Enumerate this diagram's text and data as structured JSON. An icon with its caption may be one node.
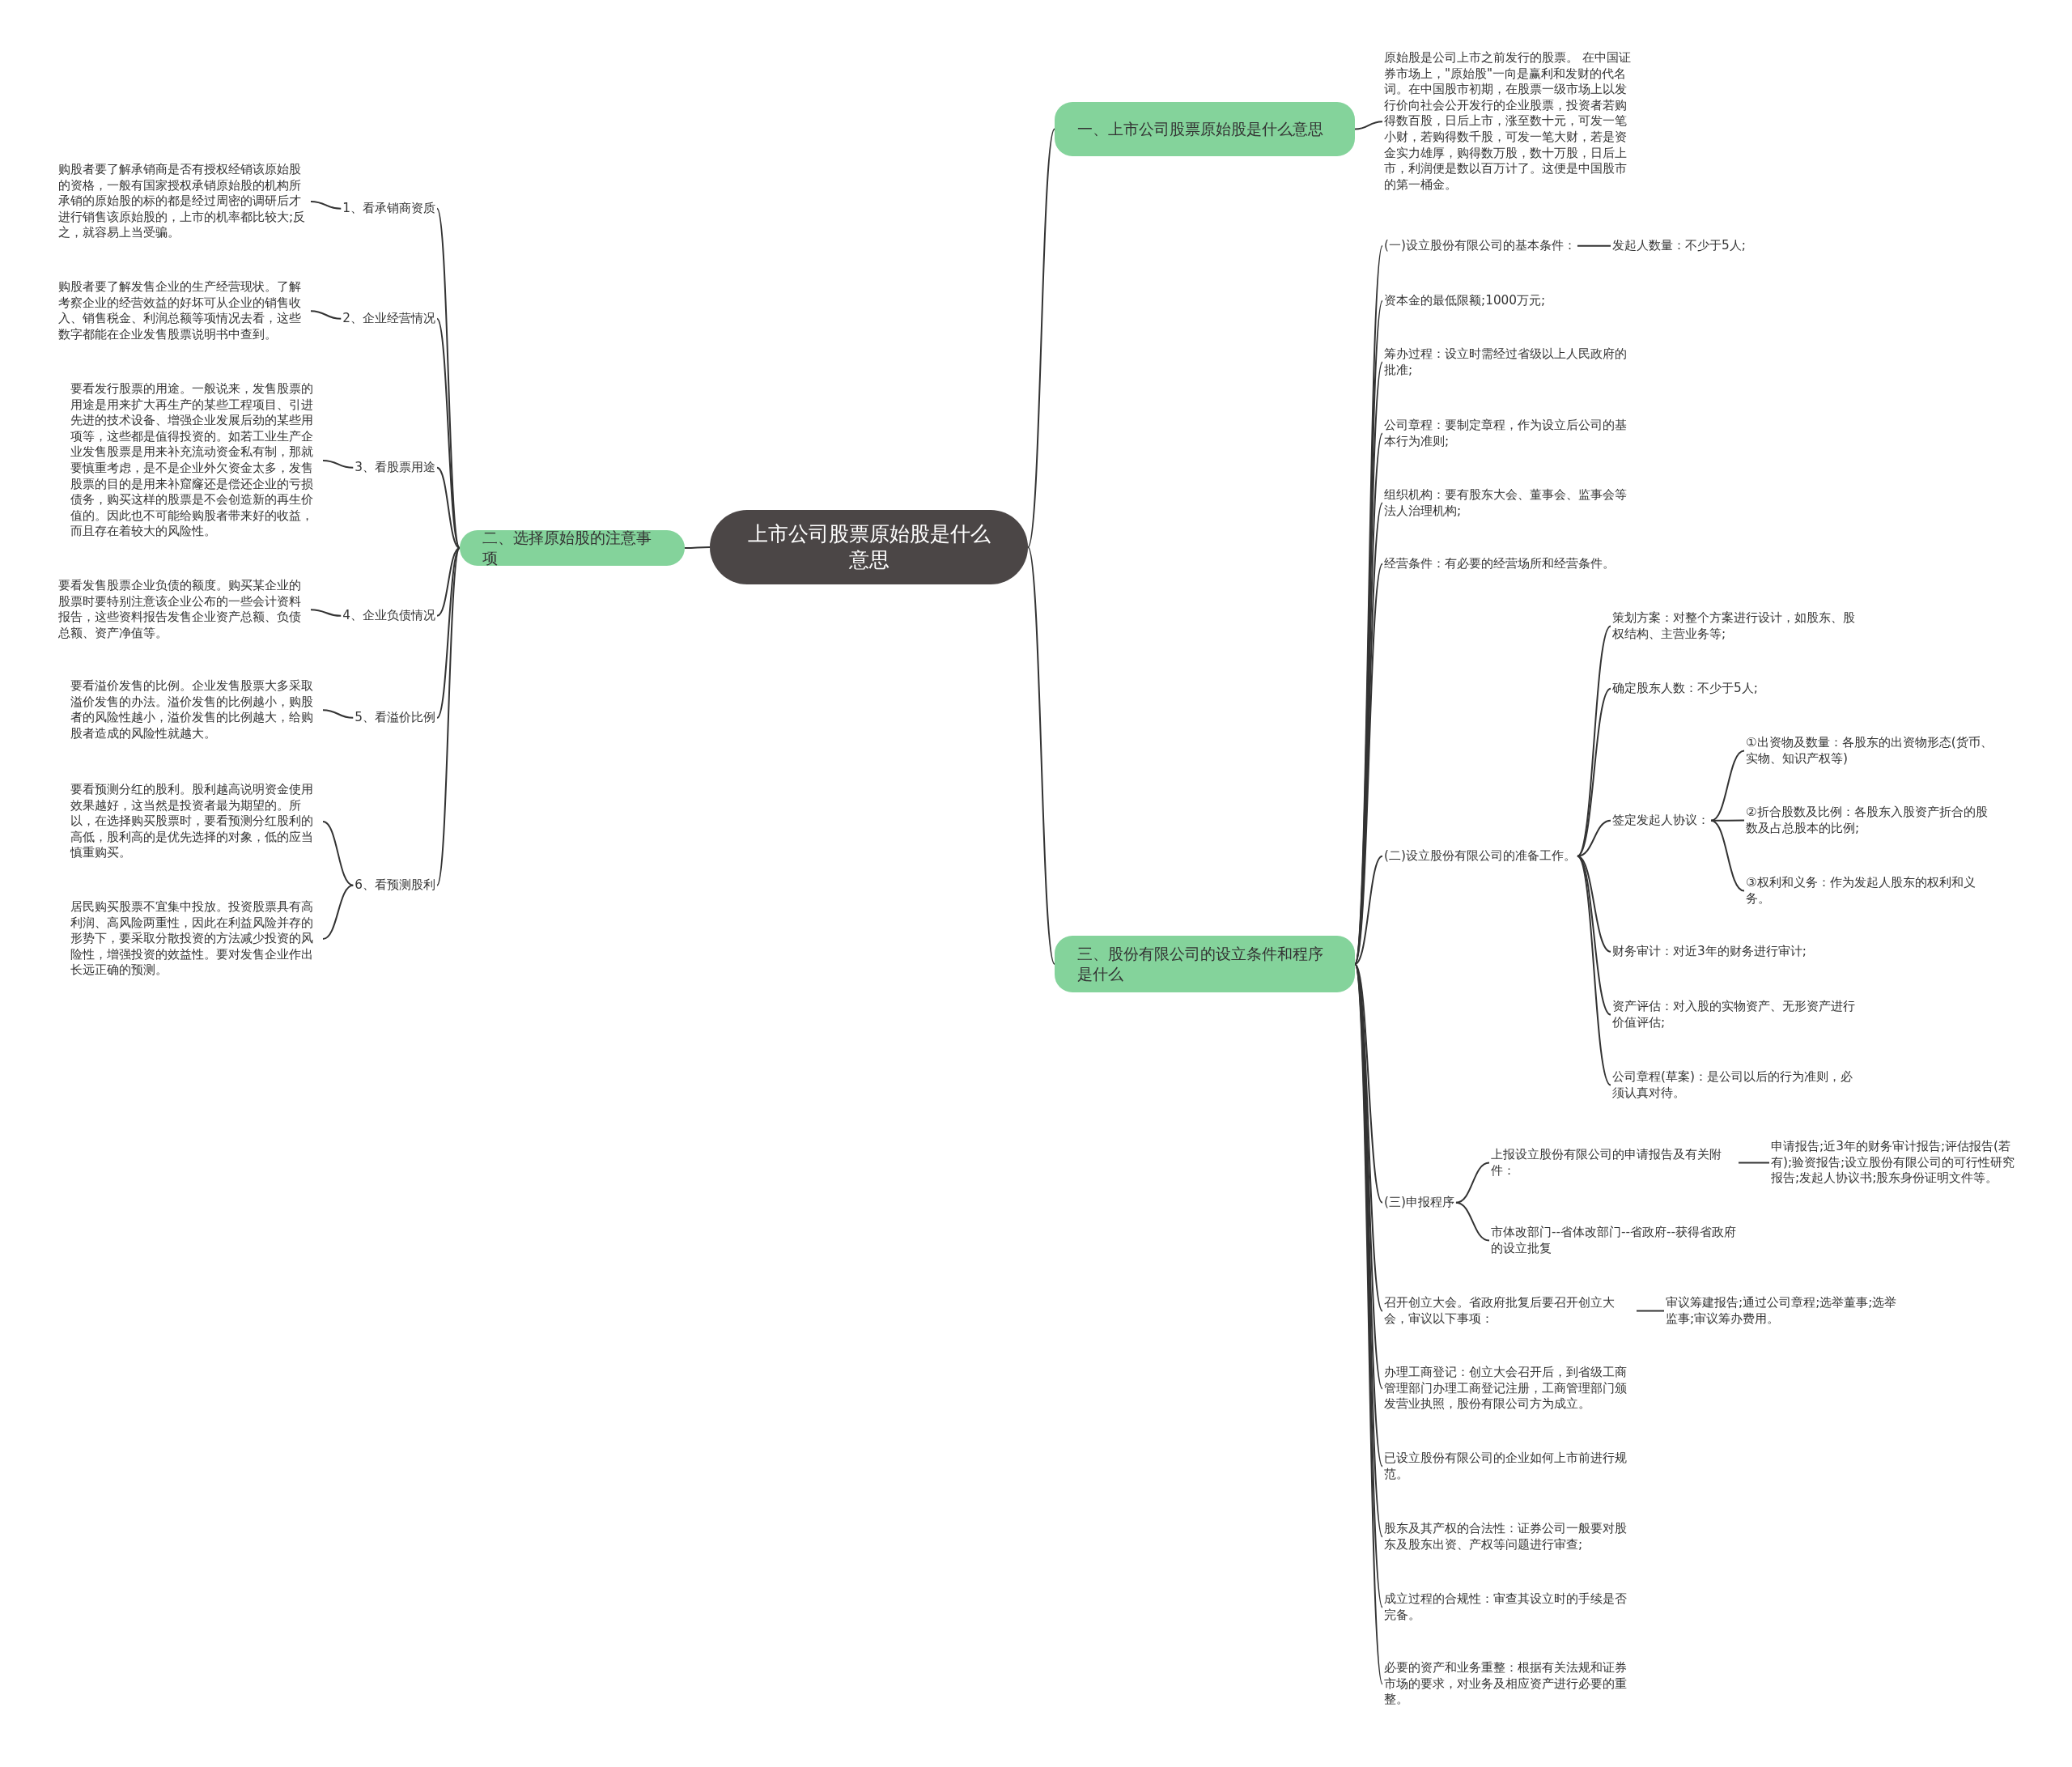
{
  "diagram": {
    "nodes": [
      {
        "text": [
          "上市公司股票原始股是什么意思"
        ]
      },
      {
        "text": [
          "一、上市公司股票原始股是什么意思"
        ]
      },
      {
        "text": [
          "原始股是公司上市之前发行的股票。 在中国证券市场上，\"原始股\"一向是赢利和发财的代名词。在中国股市初期，在股票一级市场上以发行价向社会公开发行的企业股票，投资者若购得数百股，日后上市，涨至数十元，可发一笔小财，若购得数千股，可发一笔大财，若是资金实力雄厚，购得数万股，数十万股，日后上市，利润便是数以百万计了。这便是中国股市的第一桶金。"
        ]
      },
      {
        "text": [
          "二、选择原始股的注意事项"
        ]
      },
      {
        "text": [
          "1、看承销商资质"
        ]
      },
      {
        "text": [
          "购股者要了解承销商是否有授权经销该原始股的资格，一般有国家授权承销原始股的机构所承销的原始股的标的都是经过周密的调研后才进行销售该原始股的，上市的机率都比较大;反之，就容易上当受骗。"
        ]
      },
      {
        "text": [
          "2、企业经营情况"
        ]
      },
      {
        "text": [
          "购股者要了解发售企业的生产经营现状。了解考察企业的经营效益的好坏可从企业的销售收入、销售税金、利润总额等项情况去看，这些数字都能在企业发售股票说明书中查到。"
        ]
      },
      {
        "text": [
          "3、看股票用途"
        ]
      },
      {
        "text": [
          "要看发行股票的用途。一般说来，发售股票的用途是用来扩大再生产的某些工程项目、引进先进的技术设备、增强企业发展后劲的某些用项等，这些都是值得投资的。如若工业生产企业发售股票是用来补充流动资金私有制，那就要慎重考虑，是不是企业外欠资金太多，发售股票的目的是用来补窟窿还是偿还企业的亏损债务，购买这样的股票是不会创造新的再生价值的。因此也不可能给购股者带来好的收益，而且存在着较大的风险性。"
        ]
      },
      {
        "text": [
          "4、企业负债情况"
        ]
      },
      {
        "text": [
          "要看发售股票企业负债的额度。购买某企业的股票时要特别注意该企业公布的一些会计资料报告，这些资料报告发售企业资产总额、负债总额、资产净值等。"
        ]
      },
      {
        "text": [
          "5、看溢价比例"
        ]
      },
      {
        "text": [
          "要看溢价发售的比例。企业发售股票大多采取溢价发售的办法。溢价发售的比例越小，购股者的风险性越小，溢价发售的比例越大，给购股者造成的风险性就越大。"
        ]
      },
      {
        "text": [
          "6、看预测股利"
        ]
      },
      {
        "text": [
          "要看预测分红的股利。股利越高说明资金使用效果越好，这当然是投资者最为期望的。所以，在选择购买股票时，要看预测分红股利的高低，股利高的是优先选择的对象，低的应当慎重购买。"
        ]
      },
      {
        "text": [
          "居民购买股票不宜集中投放。投资股票具有高利润、高风险两重性，因此在利益风险并存的形势下，要采取分散投资的方法减少投资的风险性，增强投资的效益性。要对发售企业作出长远正确的预测。"
        ]
      },
      {
        "text": [
          "三、股份有限公司的设立条件和程序是什么"
        ]
      },
      {
        "text": [
          "(一)设立股份有限公司的基本条件："
        ]
      },
      {
        "text": [
          "发起人数量：不少于5人;"
        ]
      },
      {
        "text": [
          "资本金的最低限额;1000万元;"
        ]
      },
      {
        "text": [
          "筹办过程：设立时需经过省级以上人民政府的批准;"
        ]
      },
      {
        "text": [
          "公司章程：要制定章程，作为设立后公司的基本行为准则;"
        ]
      },
      {
        "text": [
          "组织机构：要有股东大会、董事会、监事会等法人治理机构;"
        ]
      },
      {
        "text": [
          "经营条件：有必要的经营场所和经营条件。"
        ]
      },
      {
        "text": [
          "(二)设立股份有限公司的准备工作。"
        ]
      },
      {
        "text": [
          "策划方案：对整个方案进行设计，如股东、股权结构、主营业务等;"
        ]
      },
      {
        "text": [
          "确定股东人数：不少于5人;"
        ]
      },
      {
        "text": [
          "签定发起人协议："
        ]
      },
      {
        "text": [
          "①出资物及数量：各股东的出资物形态(货币、实物、知识产权等)"
        ]
      },
      {
        "text": [
          "②折合股数及比例：各股东入股资产折合的股数及占总股本的比例;"
        ]
      },
      {
        "text": [
          "③权利和义务：作为发起人股东的权利和义务。"
        ]
      },
      {
        "text": [
          "财务审计：对近3年的财务进行审计;"
        ]
      },
      {
        "text": [
          "资产评估：对入股的实物资产、无形资产进行价值评估;"
        ]
      },
      {
        "text": [
          "公司章程(草案)：是公司以后的行为准则，必须认真对待。"
        ]
      },
      {
        "text": [
          "(三)申报程序"
        ]
      },
      {
        "text": [
          "上报设立股份有限公司的申请报告及有关附件："
        ]
      },
      {
        "text": [
          "申请报告;近3年的财务审计报告;评估报告(若有);验资报告;设立股份有限公司的可行性研究报告;发起人协议书;股东身份证明文件等。"
        ]
      },
      {
        "text": [
          "市体改部门--省体改部门--省政府--获得省政府的设立批复"
        ]
      },
      {
        "text": [
          "召开创立大会。省政府批复后要召开创立大会，审议以下事项："
        ]
      },
      {
        "text": [
          "审议筹建报告;通过公司章程;选举董事;选举监事;审议筹办费用。"
        ]
      },
      {
        "text": [
          "办理工商登记：创立大会召开后，到省级工商管理部门办理工商登记注册，工商管理部门颁发营业执照，股份有限公司方为成立。"
        ]
      },
      {
        "text": [
          "已设立股份有限公司的企业如何上市前进行规范。"
        ]
      },
      {
        "text": [
          "股东及其产权的合法性：证券公司一般要对股东及股东出资、产权等问题进行审查;"
        ]
      },
      {
        "text": [
          "成立过程的合规性：审查其设立时的手续是否完备。"
        ]
      },
      {
        "text": [
          "必要的资产和业务重整：根据有关法规和证券市场的要求，对业务及相应资产进行必要的重整。"
        ]
      }
    ],
    "edges": [
      {
        "from": 0,
        "to": 1,
        "arrow": "none"
      },
      {
        "from": 1,
        "to": 2,
        "arrow": "none"
      },
      {
        "from": 0,
        "to": 3,
        "arrow": "none"
      },
      {
        "from": 3,
        "to": 4,
        "arrow": "none"
      },
      {
        "from": 4,
        "to": 5,
        "arrow": "none"
      },
      {
        "from": 3,
        "to": 6,
        "arrow": "none"
      },
      {
        "from": 6,
        "to": 7,
        "arrow": "none"
      },
      {
        "from": 3,
        "to": 8,
        "arrow": "none"
      },
      {
        "from": 8,
        "to": 9,
        "arrow": "none"
      },
      {
        "from": 3,
        "to": 10,
        "arrow": "none"
      },
      {
        "from": 10,
        "to": 11,
        "arrow": "none"
      },
      {
        "from": 3,
        "to": 12,
        "arrow": "none"
      },
      {
        "from": 12,
        "to": 13,
        "arrow": "none"
      },
      {
        "from": 3,
        "to": 14,
        "arrow": "none"
      },
      {
        "from": 14,
        "to": 15,
        "arrow": "none"
      },
      {
        "from": 14,
        "to": 16,
        "arrow": "none"
      },
      {
        "from": 0,
        "to": 17,
        "arrow": "none"
      },
      {
        "from": 17,
        "to": 18,
        "arrow": "none"
      },
      {
        "from": 18,
        "to": 19,
        "arrow": "none"
      },
      {
        "from": 17,
        "to": 20,
        "arrow": "none"
      },
      {
        "from": 17,
        "to": 21,
        "arrow": "none"
      },
      {
        "from": 17,
        "to": 22,
        "arrow": "none"
      },
      {
        "from": 17,
        "to": 23,
        "arrow": "none"
      },
      {
        "from": 17,
        "to": 24,
        "arrow": "none"
      },
      {
        "from": 17,
        "to": 25,
        "arrow": "none"
      },
      {
        "from": 25,
        "to": 26,
        "arrow": "none"
      },
      {
        "from": 25,
        "to": 27,
        "arrow": "none"
      },
      {
        "from": 25,
        "to": 28,
        "arrow": "none"
      },
      {
        "from": 28,
        "to": 29,
        "arrow": "none"
      },
      {
        "from": 28,
        "to": 30,
        "arrow": "none"
      },
      {
        "from": 28,
        "to": 31,
        "arrow": "none"
      },
      {
        "from": 25,
        "to": 32,
        "arrow": "none"
      },
      {
        "from": 25,
        "to": 33,
        "arrow": "none"
      },
      {
        "from": 25,
        "to": 34,
        "arrow": "none"
      },
      {
        "from": 17,
        "to": 35,
        "arrow": "none"
      },
      {
        "from": 35,
        "to": 36,
        "arrow": "none"
      },
      {
        "from": 36,
        "to": 37,
        "arrow": "none"
      },
      {
        "from": 35,
        "to": 38,
        "arrow": "none"
      },
      {
        "from": 17,
        "to": 39,
        "arrow": "none"
      },
      {
        "from": 39,
        "to": 40,
        "arrow": "none"
      },
      {
        "from": 17,
        "to": 41,
        "arrow": "none"
      },
      {
        "from": 17,
        "to": 42,
        "arrow": "none"
      },
      {
        "from": 17,
        "to": 43,
        "arrow": "none"
      },
      {
        "from": 17,
        "to": 44,
        "arrow": "none"
      },
      {
        "from": 17,
        "to": 45,
        "arrow": "none"
      }
    ]
  }
}
